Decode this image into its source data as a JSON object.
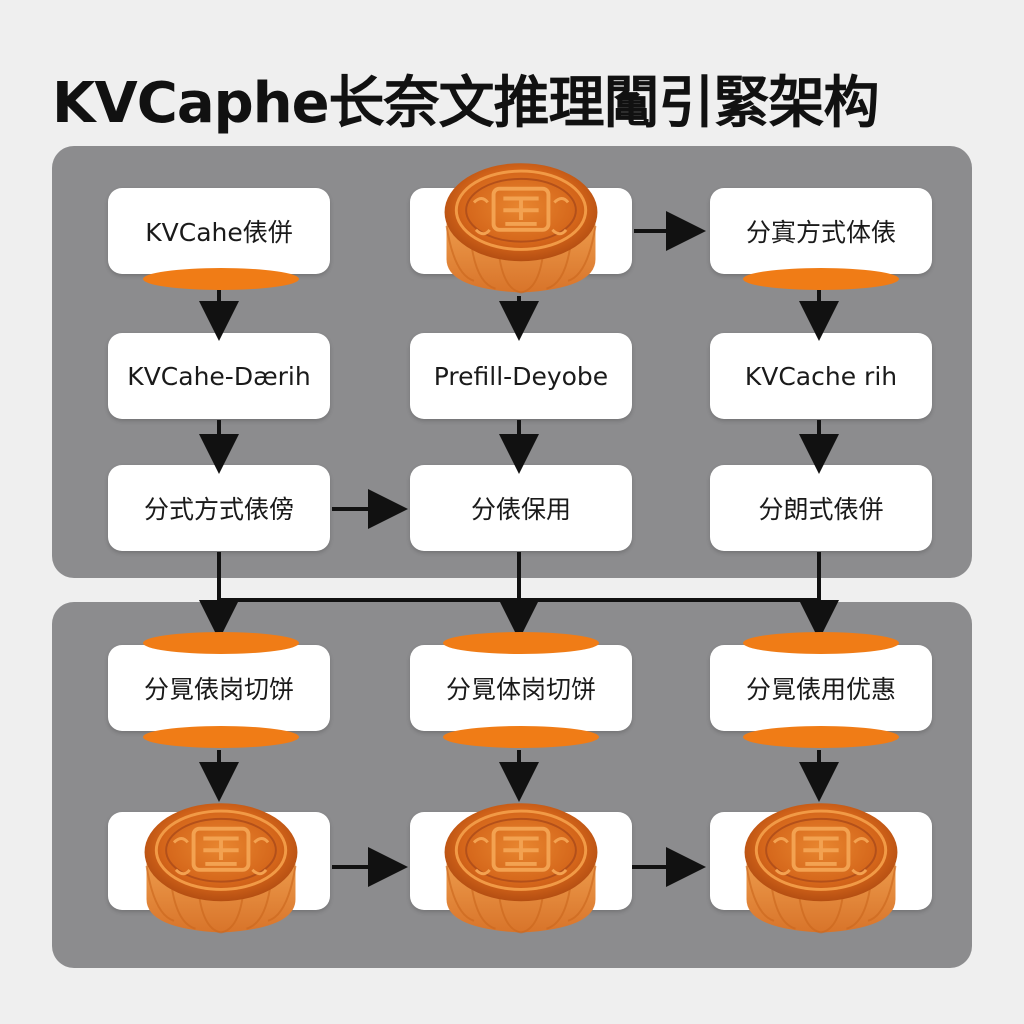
{
  "title": "KVCaphe长奈文推理䦰引緊架构",
  "colors": {
    "background": "#efefef",
    "panel": "#8c8c8e",
    "node": "#ffffff",
    "accent_orange": "#f07c16",
    "arrow": "#111111",
    "mooncake_crust": "#e07f2a",
    "mooncake_top": "#d96a1c"
  },
  "nodes": {
    "r1c1": "KVCahe俵併",
    "r1c3": "分寘方式体俵",
    "r2c1": "KVCahe-Dærih",
    "r2c2": "Prefill-Deyobe",
    "r2c3": "KVCache rih",
    "r3c1": "分式方式俵傍",
    "r3c2": "分俵保用",
    "r3c3": "分朗式俵併",
    "r4c1": "分㒻俵岗切饼",
    "r4c2": "分㒻体岗切饼",
    "r4c3": "分㒻俵用优惠"
  },
  "icons": {
    "mooncake": "mooncake-icon"
  }
}
